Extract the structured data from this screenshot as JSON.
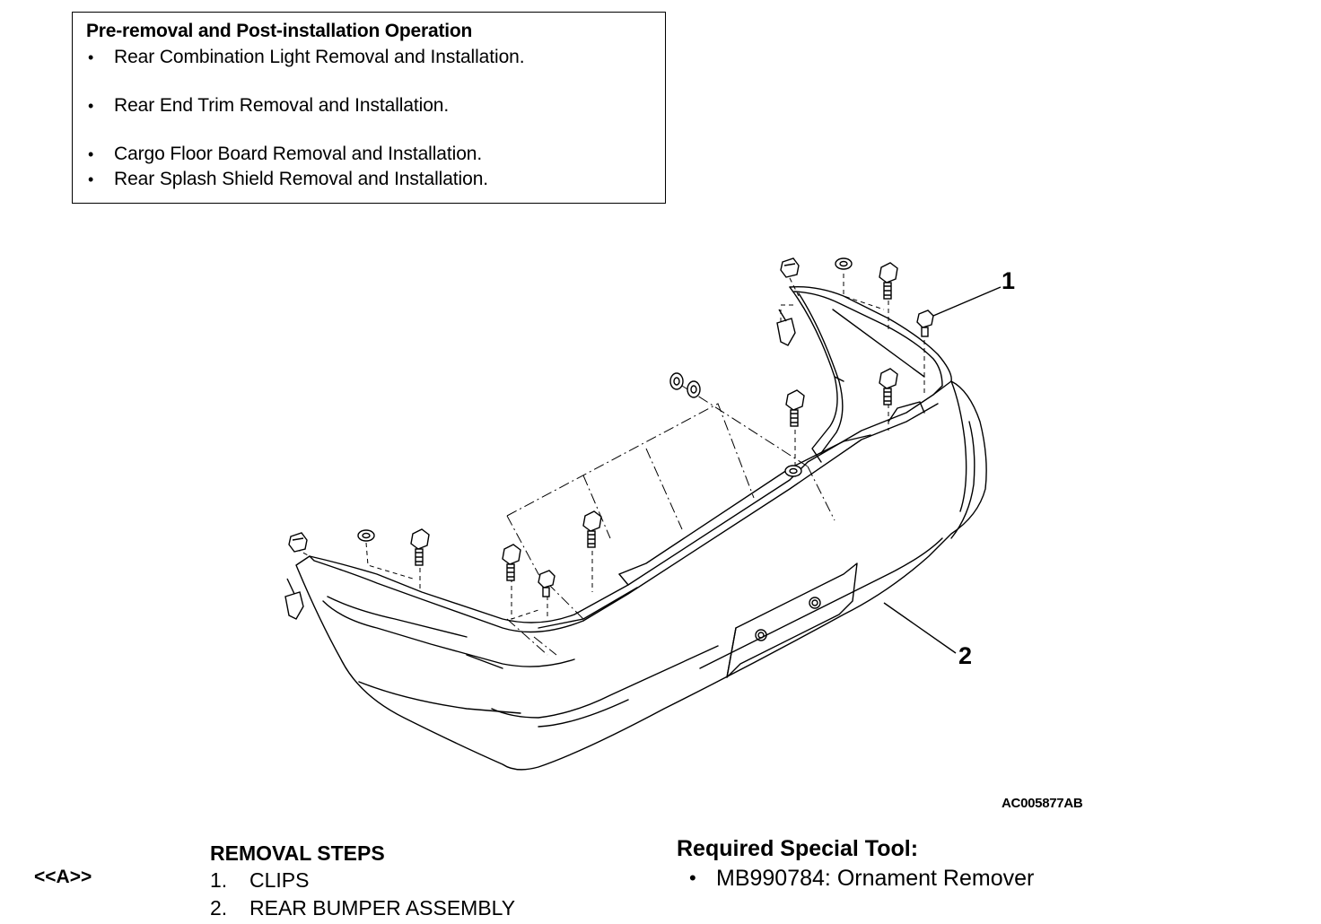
{
  "pre_operation": {
    "title": "Pre-removal and Post-installation Operation",
    "items": [
      "Rear Combination Light Removal and Installation.",
      "Rear End Trim Removal and Installation.",
      "Cargo Floor Board Removal and Installation.",
      "Rear Splash Shield Removal and Installation."
    ]
  },
  "callouts": {
    "clips": "1",
    "bumper": "2"
  },
  "figure_code": "AC005877AB",
  "note_ref": "<<A>>",
  "removal_steps": {
    "title": "REMOVAL STEPS",
    "steps": [
      {
        "num": "1.",
        "label": "CLIPS"
      },
      {
        "num": "2.",
        "label": "REAR BUMPER ASSEMBLY"
      }
    ]
  },
  "special_tool": {
    "title": "Required Special Tool:",
    "items": [
      "MB990784: Ornament Remover"
    ]
  }
}
